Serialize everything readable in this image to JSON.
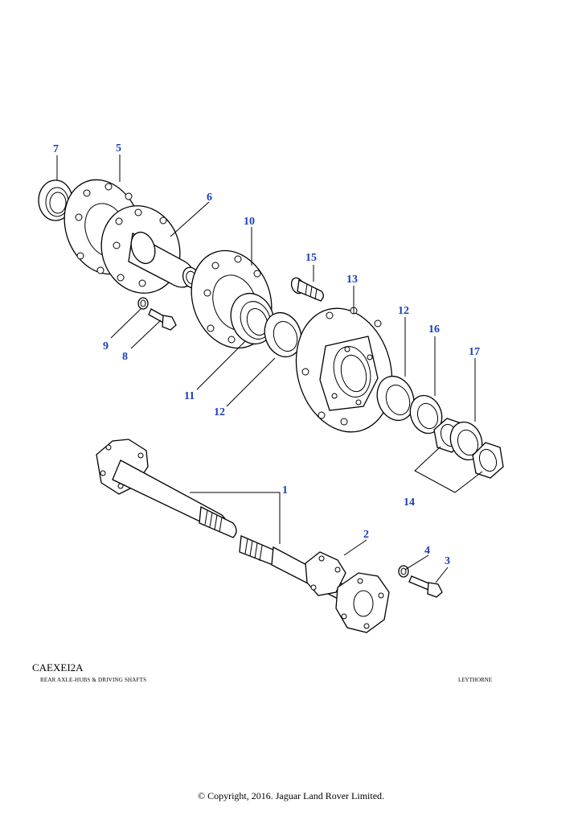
{
  "diagram": {
    "callouts": {
      "c1": "1",
      "c2": "2",
      "c3": "3",
      "c4": "4",
      "c5": "5",
      "c6": "6",
      "c7": "7",
      "c8": "8",
      "c9": "9",
      "c10": "10",
      "c11": "11",
      "c12a": "12",
      "c12b": "12",
      "c13": "13",
      "c14": "14",
      "c15": "15",
      "c16": "16",
      "c17": "17"
    }
  },
  "footer": {
    "code": "CAEXEI2A",
    "title": "REAR AXLE-HUBS & DRIVING SHAFTS",
    "site": "LEYTHORNE"
  },
  "copyright": "© Copyright, 2016. Jaguar Land Rover Limited.",
  "colors": {
    "callout": "#1a3fb8",
    "line": "#000000",
    "background": "#ffffff"
  }
}
